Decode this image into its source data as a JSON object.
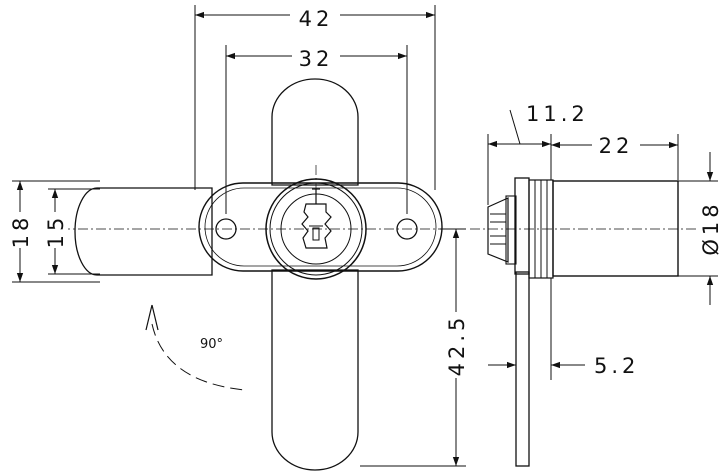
{
  "dimensions": {
    "width_42": "42",
    "spacing_32": "32",
    "height_18": "18",
    "height_15": "15",
    "length_42_5": "42.5",
    "flange_11_2": "11.2",
    "body_22": "22",
    "diameter_18": "Ø18",
    "cam_5_2": "5.2"
  },
  "rotation_label": "90°",
  "colors": {
    "line": "#111111",
    "shade": "#bdbdbd",
    "background": "#ffffff"
  }
}
